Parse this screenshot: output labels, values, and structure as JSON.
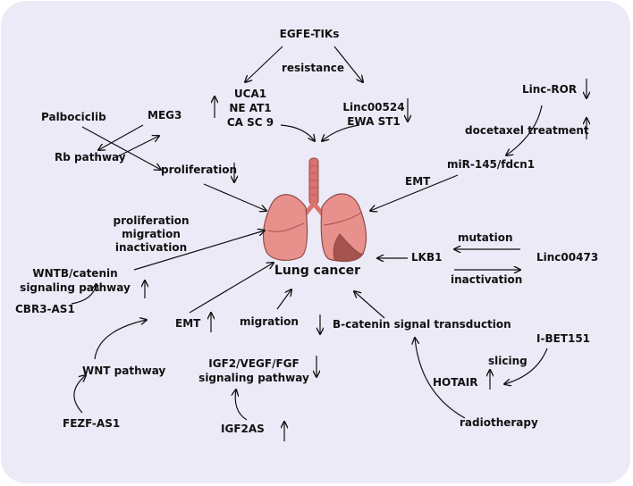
{
  "center_label": "Lung cancer",
  "labels": {
    "egfr_tkis": "EGFE-TIKs",
    "resistance": "resistance",
    "uca1": "UCA1",
    "neat1": "NE AT1",
    "casc9": "CA SC 9",
    "linc00524": "Linc00524",
    "ewast1": "EWA ST1",
    "linc_ror": "Linc-ROR",
    "docetaxel": "docetaxel treatment",
    "mir145": "miR-145/fdcn1",
    "emt_right": "EMT",
    "palbociclib": "Palbociclib",
    "meg3": "MEG3",
    "rb_pathway": "Rb pathway",
    "proliferation": "proliferation",
    "prolif_block_1": "proliferation",
    "prolif_block_2": "migration",
    "prolif_block_3": "inactivation",
    "wntb_1": "WNTB/catenin",
    "wntb_2": "signaling pathway",
    "cbr3": "CBR3-AS1",
    "emt_left": "EMT",
    "wnt_pathway": "WNT pathway",
    "fezf": "FEZF-AS1",
    "migration": "migration",
    "igf2_1": "IGF2/VEGF/FGF",
    "igf2_2": "signaling pathway",
    "igf2as": "IGF2AS",
    "lkb1": "LKB1",
    "mutation": "mutation",
    "linc00473": "Linc00473",
    "inactivation": "inactivation",
    "bcatenin": "B-catenin signal transduction",
    "ibet151": "I-BET151",
    "slicing": "slicing",
    "hotair": "HOTAIR",
    "radiotherapy": "radiotherapy"
  },
  "colors": {
    "panel": "#eceaf7",
    "lung_fill": "#e8908b",
    "lung_dark": "#a6524e",
    "trachea": "#d9736f",
    "ink": "#111111"
  },
  "icons": [
    "lungs-icon"
  ]
}
